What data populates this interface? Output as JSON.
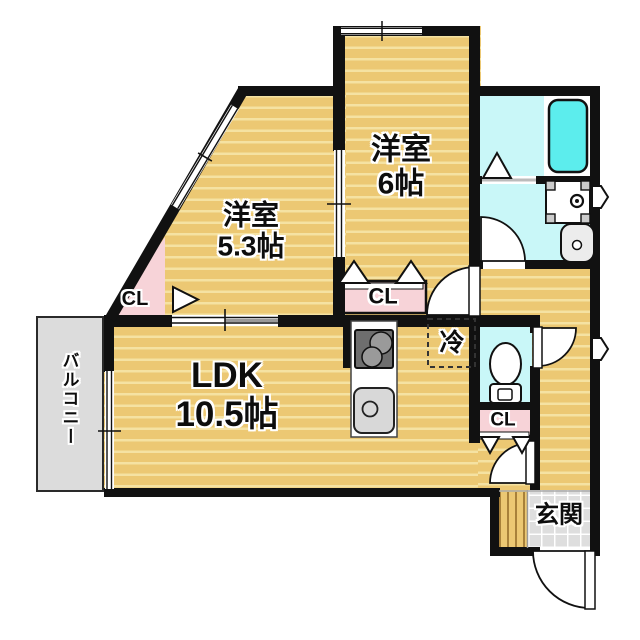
{
  "plan": {
    "rooms": {
      "western_6": {
        "label": "洋室",
        "size": "6帖"
      },
      "western_53": {
        "label": "洋室",
        "size": "5.3帖"
      },
      "ldk": {
        "label": "LDK",
        "size": "10.5帖"
      },
      "balcony": {
        "label": "バルコニー"
      },
      "entrance": {
        "label": "玄関"
      },
      "refrigerator": {
        "label": "冷"
      },
      "closet_west": {
        "label": "CL"
      },
      "closet_center": {
        "label": "CL"
      },
      "closet_hall": {
        "label": "CL"
      }
    },
    "colors": {
      "wall": "#111111",
      "floor_tan": "#ecc873",
      "floor_stripe": "#f5e2a2",
      "wet_area_cyan": "#c9f7f8",
      "bathtub_cyan": "#5ceded",
      "closet_pink": "#f7d3d8",
      "balcony_gray": "#dcdcdc",
      "entrance_tile_gray": "#dedede"
    }
  }
}
